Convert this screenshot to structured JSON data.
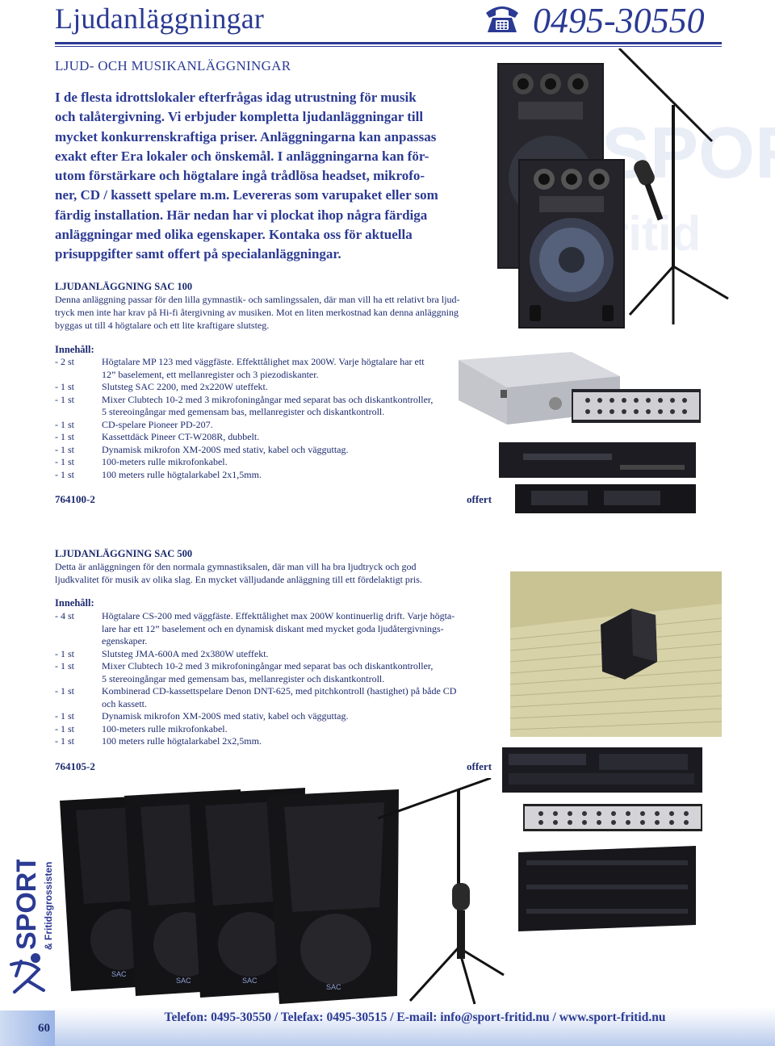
{
  "header": {
    "title": "Ljudanläggningar",
    "phone_icon": "telephone-icon",
    "phone": "0495-30550"
  },
  "section_heading": "LJUD- OCH MUSIKANLÄGGNINGAR",
  "intro_lines": [
    "I de flesta idrottslokaler efterfrågas idag utrustning för musik",
    "och talåtergivning. Vi erbjuder kompletta ljudanläggningar till",
    "mycket konkurrenskraftiga priser. Anläggningarna kan anpassas",
    "exakt efter Era lokaler och önskemål. I anläggningarna kan för-",
    "utom förstärkare och högtalare ingå trådlösa headset, mikrofo-",
    "ner, CD / kassett spelare m.m. Levereras som varupaket eller som",
    "färdig installation. Här nedan har vi plockat ihop några färdiga",
    "anläggningar med olika egenskaper. Kontaka oss för aktuella",
    "prisuppgifter samt offert på specialanläggningar."
  ],
  "packages": [
    {
      "title": "LJUDANLÄGGNING SAC 100",
      "desc_lines": [
        "Denna anläggning passar för den lilla gymnastik- och samlingssalen, där man vill ha ett relativt bra ljud-",
        "tryck men inte har krav på Hi-fi återgivning av musiken. Mot en liten merkostnad kan denna anläggning",
        "byggas ut till 4 högtalare och ett lite kraftigare slutsteg."
      ],
      "contents_label": "Innehåll:",
      "items": [
        {
          "qty": "- 2 st",
          "lines": [
            "Högtalare MP 123 med väggfäste. Effekttålighet max 200W. Varje högtalare har ett",
            "12” baselement, ett mellanregister och 3 piezodiskanter."
          ]
        },
        {
          "qty": "- 1 st",
          "lines": [
            "Slutsteg SAC 2200, med 2x220W uteffekt."
          ]
        },
        {
          "qty": "- 1 st",
          "lines": [
            "Mixer Clubtech 10-2 med 3 mikrofoningångar med separat bas och diskantkontroller,",
            "5 stereoingångar med gemensam bas, mellanregister och diskantkontroll."
          ]
        },
        {
          "qty": "- 1 st",
          "lines": [
            "CD-spelare Pioneer PD-207."
          ]
        },
        {
          "qty": "- 1 st",
          "lines": [
            "Kassettdäck Pineer CT-W208R, dubbelt."
          ]
        },
        {
          "qty": "- 1 st",
          "lines": [
            "Dynamisk mikrofon XM-200S med stativ, kabel och vägguttag."
          ]
        },
        {
          "qty": "- 1 st",
          "lines": [
            "100-meters rulle mikrofonkabel."
          ]
        },
        {
          "qty": "- 1 st",
          "lines": [
            "100 meters rulle högtalarkabel 2x1,5mm."
          ]
        }
      ],
      "article": "764100-2",
      "price": "offert"
    },
    {
      "title": "LJUDANLÄGGNING SAC 500",
      "desc_lines": [
        "Detta är anläggningen för den normala gymnastiksalen, där man vill ha bra ljudtryck och god",
        "ljudkvalitet för musik av olika slag. En mycket välljudande anläggning till ett fördelaktigt pris."
      ],
      "contents_label": "Innehåll:",
      "items": [
        {
          "qty": "- 4 st",
          "lines": [
            "Högtalare CS-200 med väggfäste. Effekttålighet max 200W kontinuerlig drift. Varje högta-",
            "lare har ett 12” baselement och en dynamisk diskant med mycket goda ljudåtergivnings-",
            "egenskaper."
          ]
        },
        {
          "qty": "- 1 st",
          "lines": [
            "Slutsteg JMA-600A med 2x380W uteffekt."
          ]
        },
        {
          "qty": "- 1 st",
          "lines": [
            "Mixer Clubtech 10-2 med 3 mikrofoningångar med separat bas och diskantkontroller,",
            "5 stereoingångar med gemensam bas, mellanregister och diskantkontroll."
          ]
        },
        {
          "qty": "- 1 st",
          "lines": [
            "Kombinerad CD-kassettspelare Denon DNT-625, med pitchkontroll (hastighet) på både CD",
            "och kassett."
          ]
        },
        {
          "qty": "- 1 st",
          "lines": [
            "Dynamisk mikrofon XM-200S med stativ, kabel och vägguttag."
          ]
        },
        {
          "qty": "- 1 st",
          "lines": [
            "100-meters rulle mikrofonkabel."
          ]
        },
        {
          "qty": "- 1 st",
          "lines": [
            "100 meters rulle högtalarkabel 2x2,5mm."
          ]
        }
      ],
      "article": "764105-2",
      "price": "offert"
    }
  ],
  "images": {
    "speakers_small": "speaker-pair-with-mic-stand-photo",
    "equipment_sac100": "amplifier-mixer-cd-cassette-photo",
    "wall_speaker": "wall-mounted-speaker-photo",
    "equipment_sac500": "cd-cassette-mixer-amplifier-photo",
    "speakers_large": "four-speakers-with-mic-stand-photo",
    "speaker_badge": "SAC"
  },
  "sidebar": {
    "logo_word": "SPORT",
    "logo_sub": "& Fritidsgrossisten",
    "logo_icon": "athlete-figure-icon",
    "page_number": "60"
  },
  "footer": {
    "contact": "Telefon: 0495-30550 / Telefax: 0495-30515 / E-mail: info@sport-fritid.nu / www.sport-fritid.nu"
  },
  "colors": {
    "brand_blue": "#2b3a93",
    "text_dark": "#1c2a6e"
  }
}
